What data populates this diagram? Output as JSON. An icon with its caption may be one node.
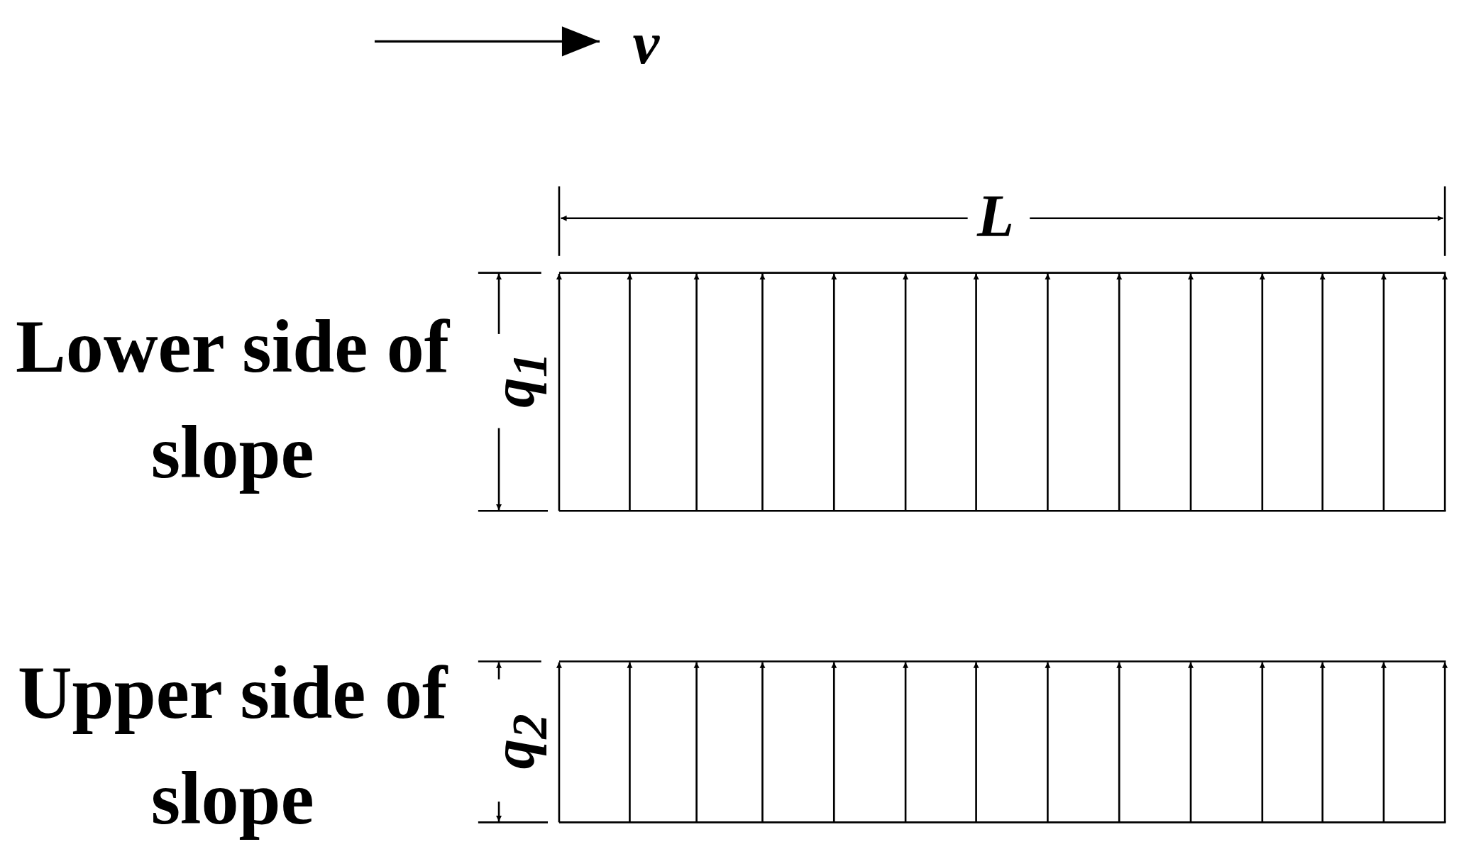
{
  "diagram": {
    "labels": [
      "v",
      "L",
      "Lower side of slope",
      "q$_{1}$",
      "Upper side of slope",
      "q$_{2}$"
    ]
  }
}
